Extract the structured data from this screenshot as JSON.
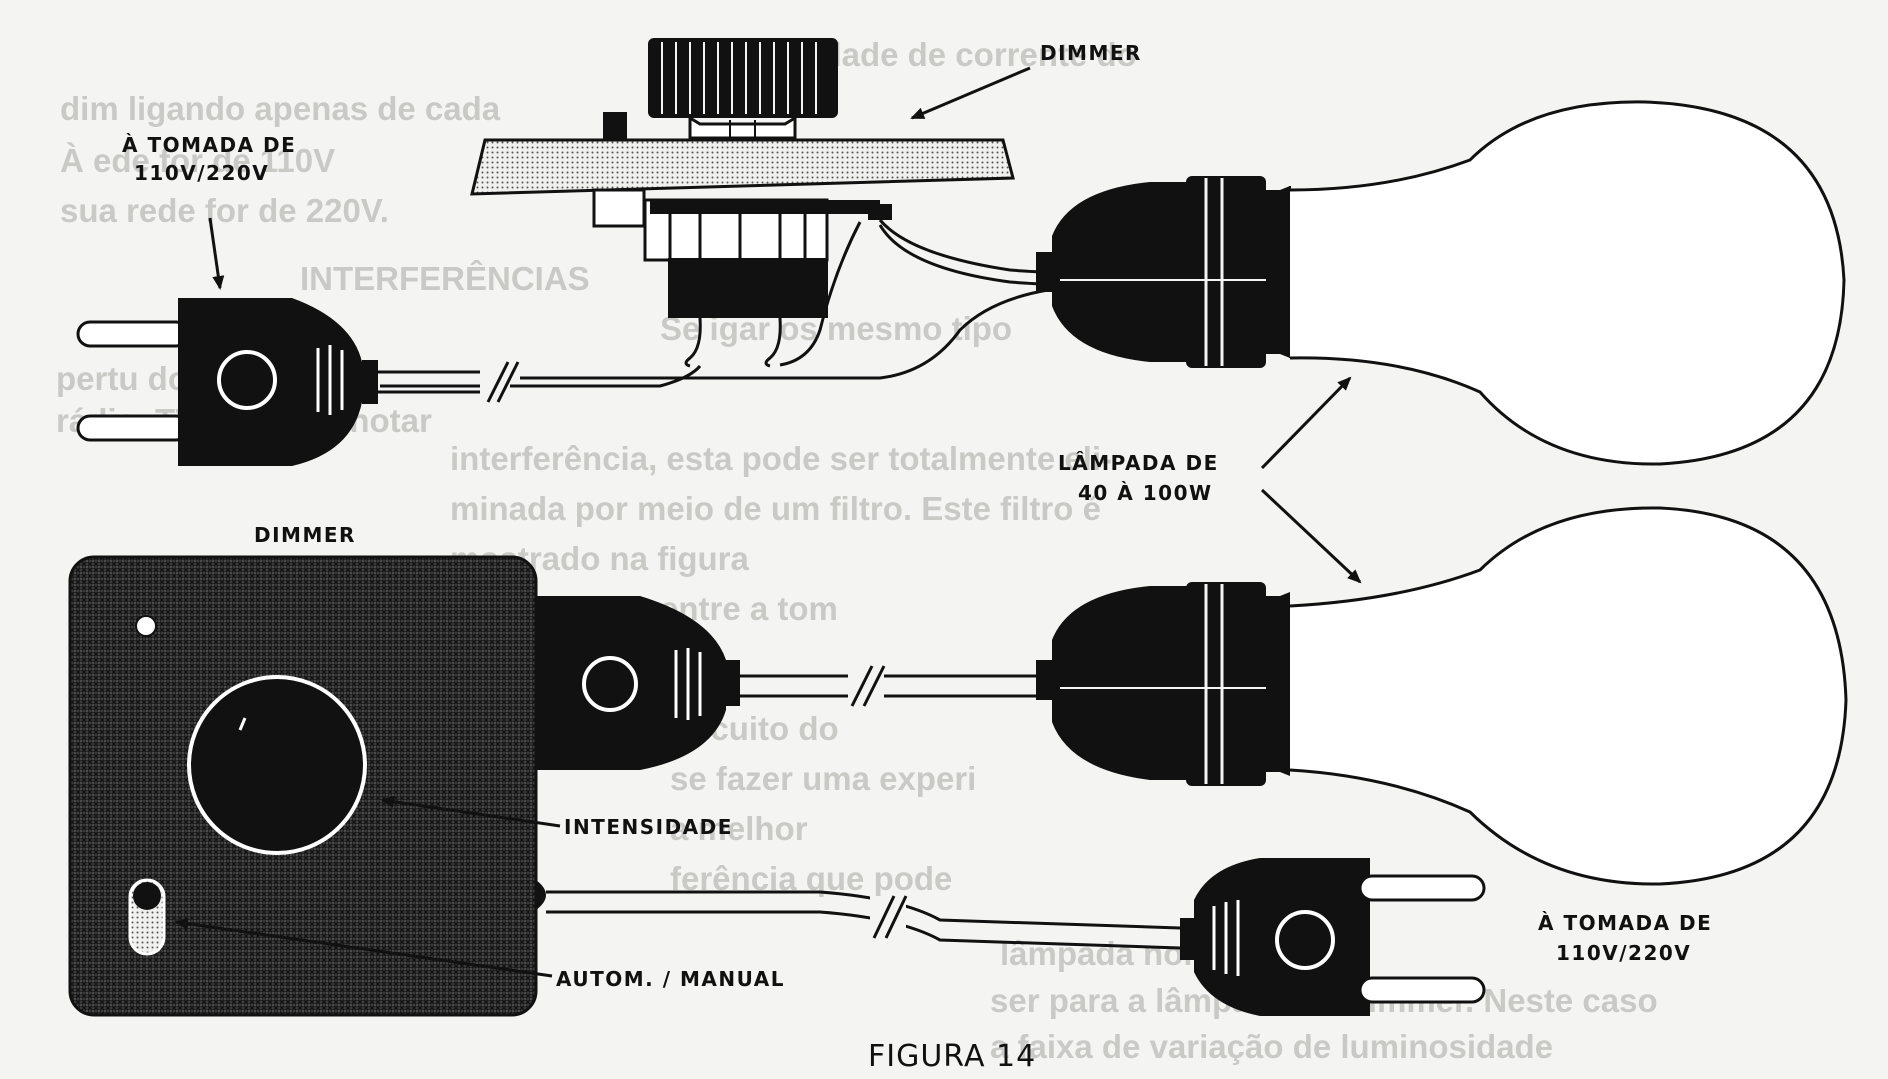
{
  "labels": {
    "dimmer_top": "DIMMER",
    "tomada_top": [
      "À TOMADA DE",
      "110V/220V"
    ],
    "lampada": [
      "LÂMPADA DE",
      "40 À 100W"
    ],
    "dimmer_box": "DIMMER",
    "intensidade": "INTENSIDADE",
    "autom_manual": "AUTOM. / MANUAL",
    "tomada_bottom": [
      "À TOMADA DE",
      "110V/220V"
    ],
    "caption": "FIGURA 14"
  },
  "background_text": [
    "S a capacidade de corrente do",
    "dim  ligando apenas de cada",
    "À   ede for de 110V",
    "   sua rede for de 220V.",
    "INTERFERÊNCIAS",
    "Se  igar os mesmo tipo",
    "pertu  dos  de",
    "rádio, TV ou FM, a notar",
    "interferência, esta pode ser totalmente eli-",
    "minada por meio de um filtro. Este filtro é",
    "mostrado na figura",
    "entre a tom",
    "circuito do",
    "se fazer uma experi",
    "a melhor",
    "ferência que pode",
    "lâmpada normalmente",
    "ser para a lâmpada do dimmer. Neste caso",
    "a faixa de variação de luminosidade"
  ]
}
